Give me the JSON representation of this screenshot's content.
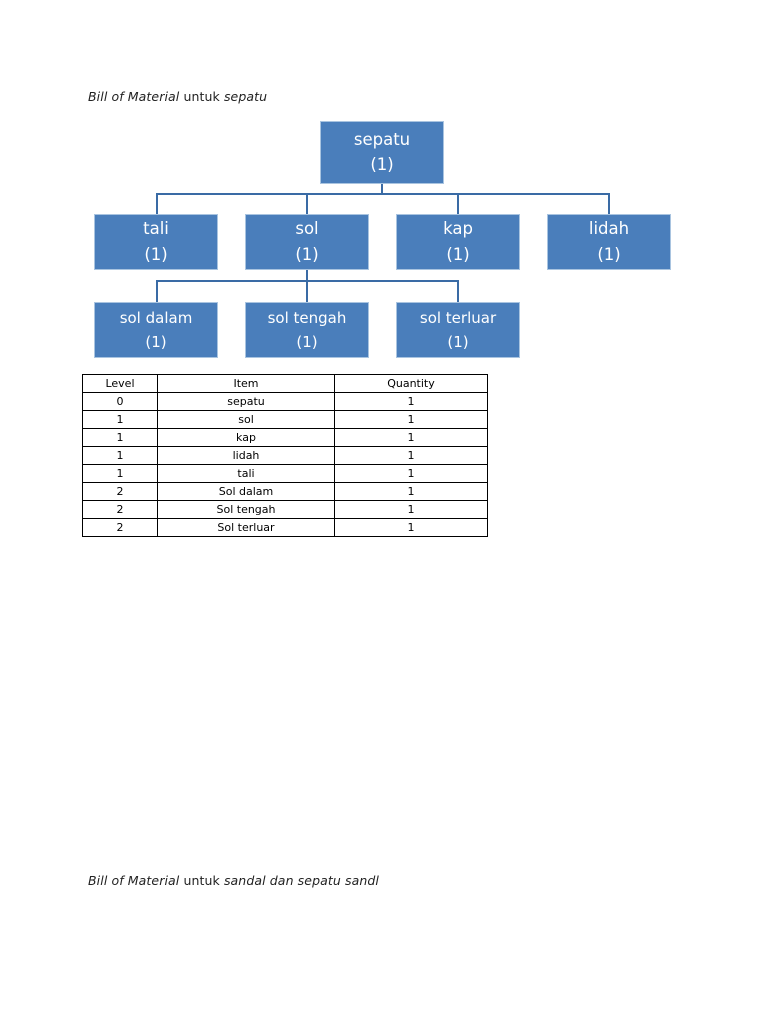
{
  "document": {
    "caption_top": {
      "italic_1": "Bill of Material ",
      "roman_1": "untuk ",
      "italic_2": "sepatu"
    },
    "caption_bottom": {
      "italic_1": "Bill of Material ",
      "roman_1": "untuk ",
      "italic_2": "sandal dan sepatu sandl"
    }
  },
  "colors": {
    "node_fill": "#4a7ebb",
    "node_border": "#a9c4e0",
    "connector": "#3a6ba5",
    "node_text": "#ffffff",
    "table_border": "#000000",
    "page_background": "#ffffff"
  },
  "tree": {
    "root": {
      "name": "sepatu",
      "qty": "(1)"
    },
    "level1": [
      {
        "name": "tali",
        "qty": "(1)"
      },
      {
        "name": "sol",
        "qty": "(1)"
      },
      {
        "name": "kap",
        "qty": "(1)"
      },
      {
        "name": "lidah",
        "qty": "(1)"
      }
    ],
    "level2": [
      {
        "name": "sol dalam",
        "qty": "(1)"
      },
      {
        "name": "sol tengah",
        "qty": "(1)"
      },
      {
        "name": "sol terluar",
        "qty": "(1)"
      }
    ]
  },
  "table": {
    "headers": [
      "Level",
      "Item",
      "Quantity"
    ],
    "rows": [
      [
        "0",
        "sepatu",
        "1"
      ],
      [
        "1",
        "sol",
        "1"
      ],
      [
        "1",
        "kap",
        "1"
      ],
      [
        "1",
        "lidah",
        "1"
      ],
      [
        "1",
        "tali",
        "1"
      ],
      [
        "2",
        "Sol dalam",
        "1"
      ],
      [
        "2",
        "Sol tengah",
        "1"
      ],
      [
        "2",
        "Sol terluar",
        "1"
      ]
    ]
  }
}
